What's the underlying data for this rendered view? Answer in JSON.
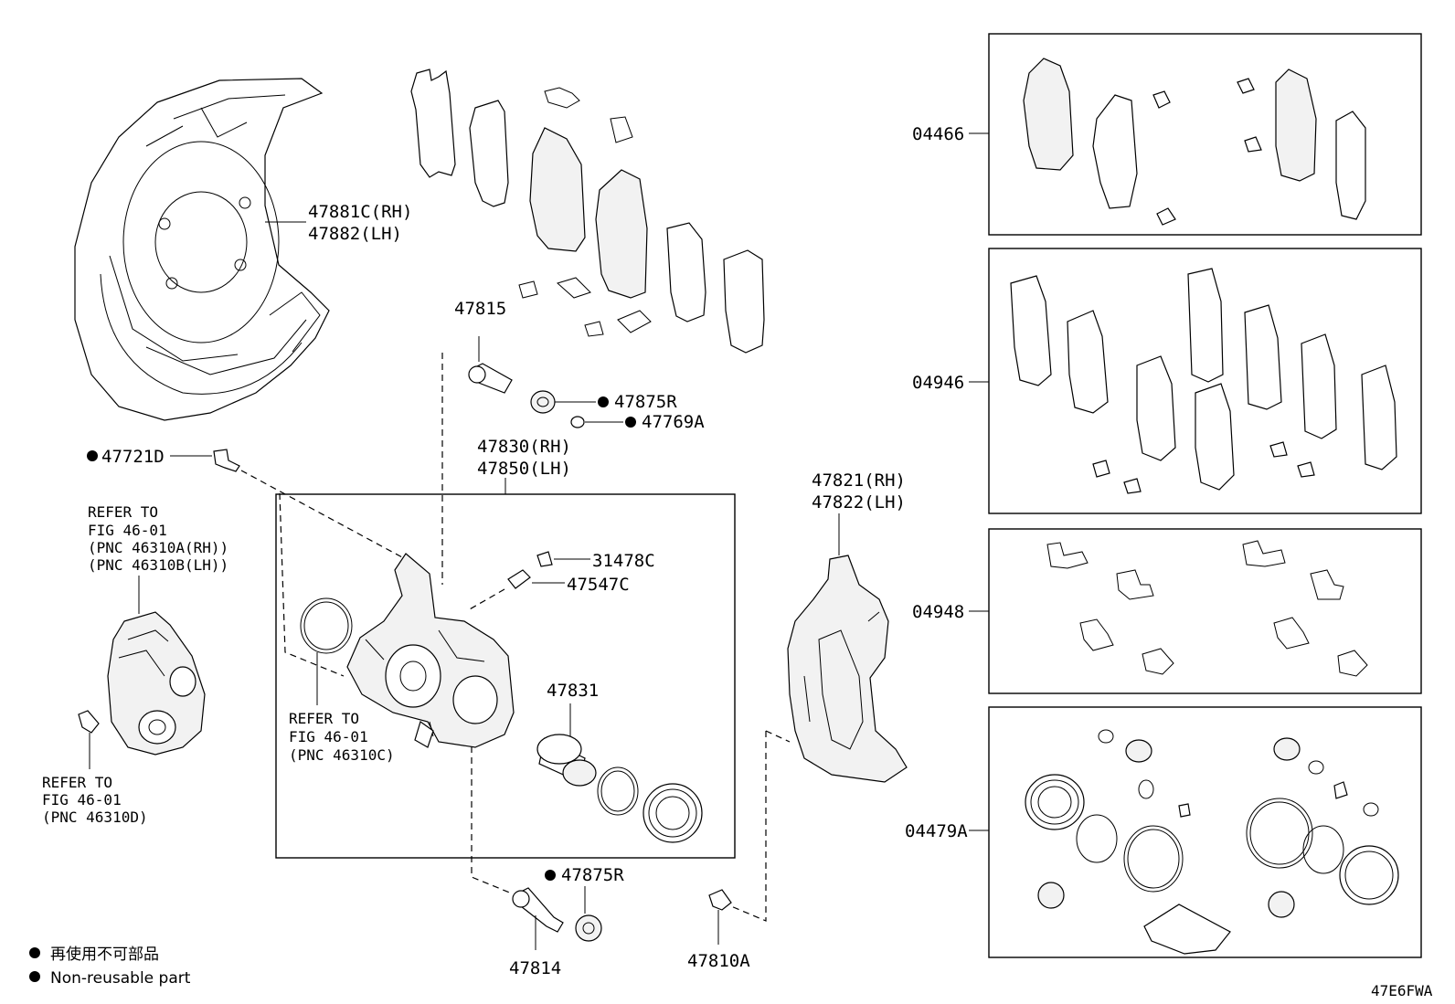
{
  "labels": {
    "shield": [
      "47881C(RH)",
      "47882(LH)"
    ],
    "pin_upper": "47815",
    "bushing_upper": "47875R",
    "ring_upper": "47769A",
    "bolt_left": "47721D",
    "caliper_assy": [
      "47830(RH)",
      "47850(LH)"
    ],
    "refer_motor": [
      "REFER TO",
      "FIG 46-01",
      "(PNC 46310A(RH))",
      "(PNC 46310B(LH))"
    ],
    "bleeder_cap": "31478C",
    "bleeder_plug": "47547C",
    "piston": "47831",
    "refer_seal": [
      "REFER TO",
      "FIG 46-01",
      "(PNC 46310C)"
    ],
    "refer_screw": [
      "REFER TO",
      "FIG 46-01",
      "(PNC 46310D)"
    ],
    "mounting": [
      "47821(RH)",
      "47822(LH)"
    ],
    "bushing_lower": "47875R",
    "pin_lower": "47814",
    "bolt_lower": "47810A",
    "kit_pads": "04466",
    "kit_shims": "04946",
    "kit_clips": "04948",
    "kit_cylinder": "04479A"
  },
  "legend": [
    {
      "symbol": "●",
      "text": "再使用不可部品"
    },
    {
      "symbol": "●",
      "text": "Non-reusable part"
    }
  ],
  "non_reusable_marker": "●",
  "figure_code": "47E6FWA"
}
